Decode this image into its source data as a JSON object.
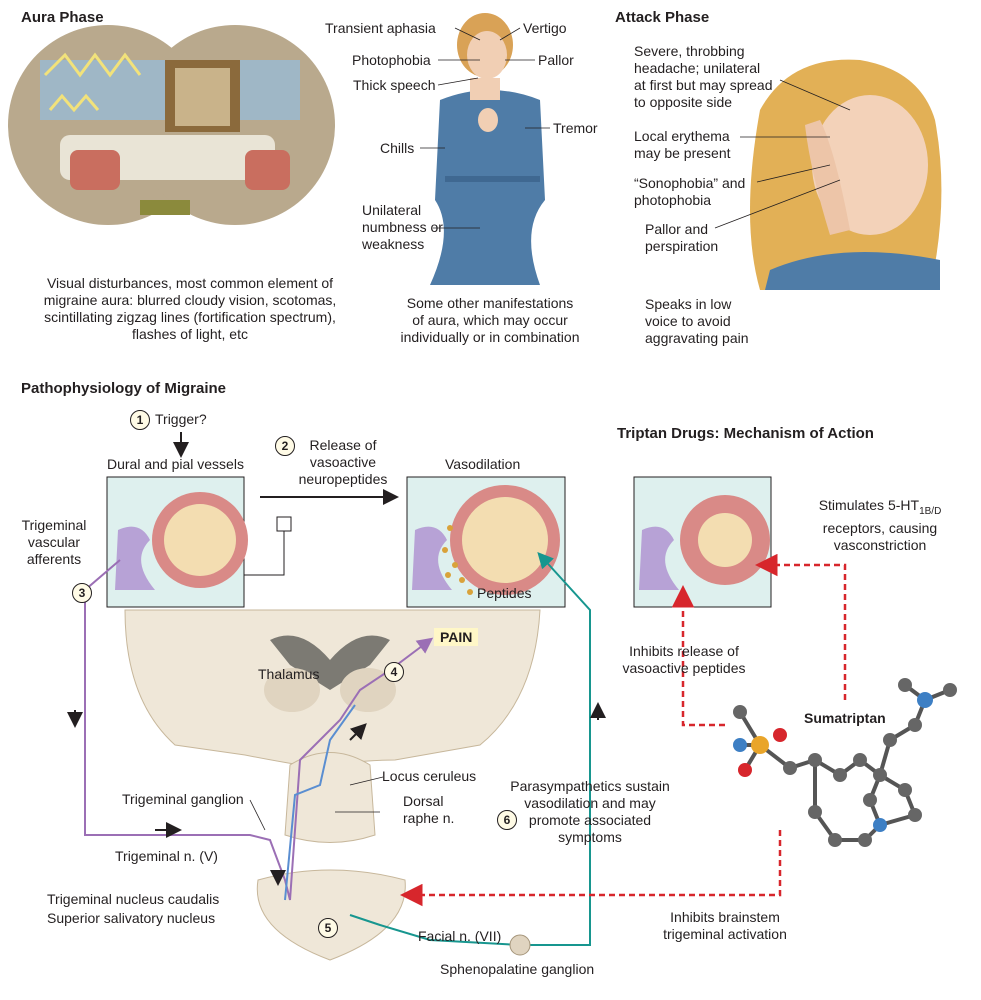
{
  "aura": {
    "title": "Aura Phase",
    "caption": [
      "Visual disturbances, most common element of",
      "migraine aura: blurred cloudy vision, scotomas,",
      "scintillating zigzag lines (fortification spectrum),",
      "flashes of light, etc"
    ]
  },
  "symptoms": {
    "transient_aphasia": "Transient aphasia",
    "vertigo": "Vertigo",
    "photophobia": "Photophobia",
    "pallor": "Pallor",
    "thick_speech": "Thick speech",
    "tremor": "Tremor",
    "chills": "Chills",
    "numbness": [
      "Unilateral",
      "numbness or",
      "weakness"
    ],
    "caption": [
      "Some other manifestations",
      "of aura, which may occur",
      "individually or in combination"
    ]
  },
  "attack": {
    "title": "Attack Phase",
    "headache": [
      "Severe, throbbing",
      "headache; unilateral",
      "at first but may spread",
      "to opposite side"
    ],
    "erythema": [
      "Local erythema",
      "may be present"
    ],
    "sonophobia": [
      "“Sonophobia” and",
      "photophobia"
    ],
    "pallor": [
      "Pallor and",
      "perspiration"
    ],
    "voice": [
      "Speaks in low",
      "voice to avoid",
      "aggravating pain"
    ]
  },
  "patho": {
    "title": "Pathophysiology of Migraine",
    "trigger": "Trigger?",
    "dural": "Dural and pial vessels",
    "release": [
      "Release of",
      "vasoactive",
      "neuropeptides"
    ],
    "vasodilation": "Vasodilation",
    "trigeminal_afferents": [
      "Trigeminal",
      "vascular",
      "afferents"
    ],
    "peptides": "Peptides",
    "pain": "PAIN",
    "thalamus": "Thalamus",
    "locus": "Locus ceruleus",
    "dorsal": [
      "Dorsal",
      "raphe n."
    ],
    "trig_ganglion": "Trigeminal ganglion",
    "trig_nerve": "Trigeminal n. (V)",
    "parasym": [
      "Parasympathetics sustain",
      "vasodilation and may",
      "promote associated",
      "symptoms"
    ],
    "nucleus_caudalis": "Trigeminal nucleus caudalis",
    "salivatory": "Superior salivatory nucleus",
    "facial": "Facial n. (VII)",
    "spheno": "Sphenopalatine ganglion",
    "numbers": [
      "1",
      "2",
      "3",
      "4",
      "5",
      "6"
    ]
  },
  "triptan": {
    "title": "Triptan Drugs: Mechanism of Action",
    "stimulates_pre": "Stimulates 5-HT",
    "stimulates_sub": "1B/D",
    "stimulates_rest": [
      "receptors, causing",
      "vasconstriction"
    ],
    "inhibits_release": [
      "Inhibits release of",
      "vasoactive peptides"
    ],
    "sumatriptan": "Sumatriptan",
    "inhibits_brainstem": [
      "Inhibits brainstem",
      "trigeminal activation"
    ]
  },
  "colors": {
    "accent_red": "#d7262c",
    "purple": "#9b6fb5",
    "teal": "#17968f",
    "blue": "#5a8ed1",
    "box_fill": "#def0ee"
  }
}
